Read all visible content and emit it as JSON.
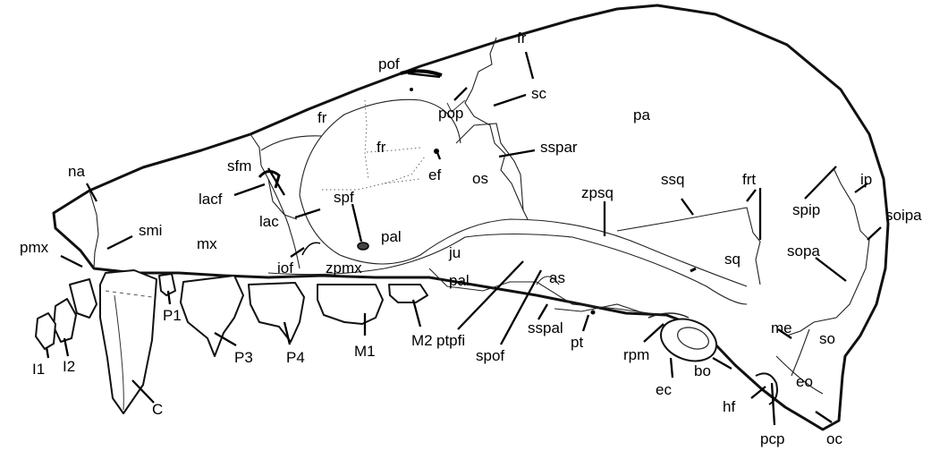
{
  "figure": {
    "labels": {
      "pof": "pof",
      "fr_top": "fr",
      "sc": "sc",
      "pop": "pop",
      "pa": "pa",
      "fr_mid": "fr",
      "fr_orbit": "fr",
      "sspar": "sspar",
      "na": "na",
      "sfm": "sfm",
      "ef": "ef",
      "os": "os",
      "ssq": "ssq",
      "frt": "frt",
      "ip": "ip",
      "lacf": "lacf",
      "spf": "spf",
      "zpsq": "zpsq",
      "spip": "spip",
      "soipa": "soipa",
      "smi": "smi",
      "lac": "lac",
      "pmx": "pmx",
      "mx": "mx",
      "pal_orbit": "pal",
      "ju": "ju",
      "sq": "sq",
      "sopa": "sopa",
      "iof": "iof",
      "zpmx": "zpmx",
      "pal_lower": "pal",
      "as": "as",
      "P1": "P1",
      "M2": "M2",
      "ptpfi": "ptpfi",
      "me": "me",
      "so": "so",
      "spof": "spof",
      "sspal": "sspal",
      "pt": "pt",
      "rpm": "rpm",
      "I1": "I1",
      "I2": "I2",
      "P3": "P3",
      "P4": "P4",
      "M1": "M1",
      "bo": "bo",
      "eo": "eo",
      "ec": "ec",
      "hf": "hf",
      "C": "C",
      "oc": "oc",
      "pcp": "pcp"
    }
  }
}
